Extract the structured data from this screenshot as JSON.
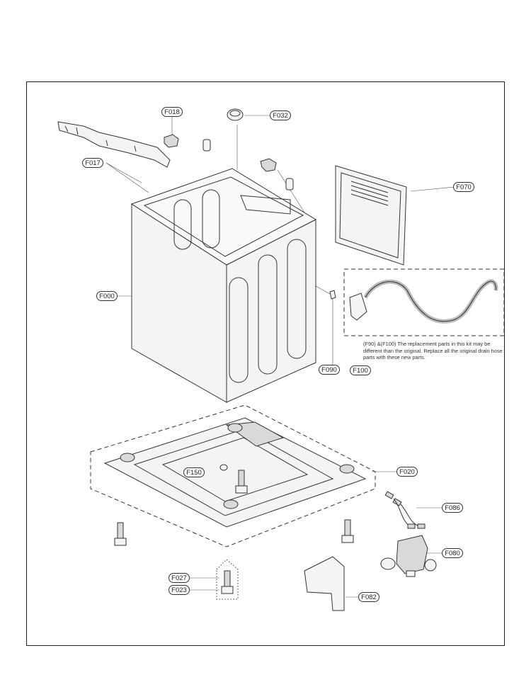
{
  "callouts": {
    "f000": "F000",
    "f017": "F017",
    "f018": "F018",
    "f020": "F020",
    "f023": "F023",
    "f027": "F027",
    "f032": "F032",
    "f070": "F070",
    "f080": "F080",
    "f082": "F082",
    "f086": "F086",
    "f090": "F090",
    "f100": "F100",
    "f150": "F150"
  },
  "note": "(F90) &(F100) The replacement parts in this kit may be different than the original. Replace all the original drain hose parts with these new parts."
}
